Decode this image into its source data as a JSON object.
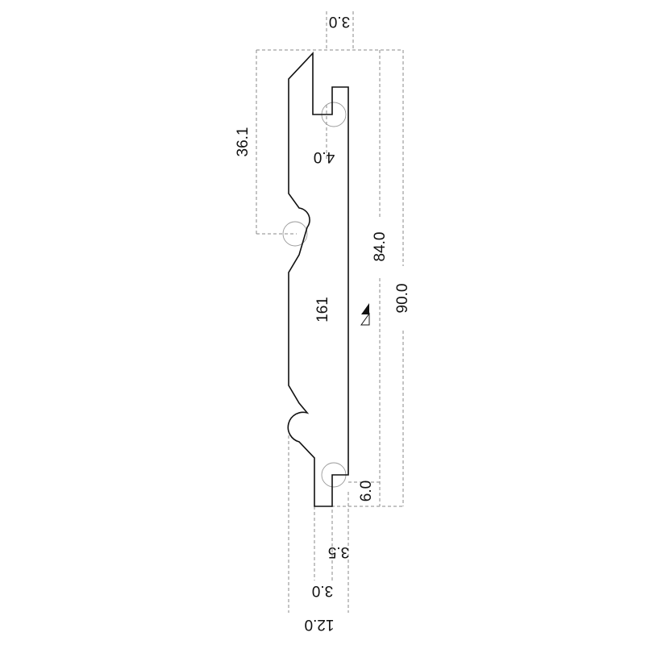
{
  "dimensions": {
    "top_width": "3.0",
    "groove_depth": "4.0",
    "bead_offset": "36.1",
    "cover_width": "84.0",
    "overall_width": "90.0",
    "thickness": "161",
    "tongue_length": "6.0",
    "tongue_width": "3.5",
    "bottom_width": "3.0",
    "overall_thickness": "12.0"
  },
  "colors": {
    "profile_line": "#111111",
    "dimension_line": "#8a8a8a"
  }
}
